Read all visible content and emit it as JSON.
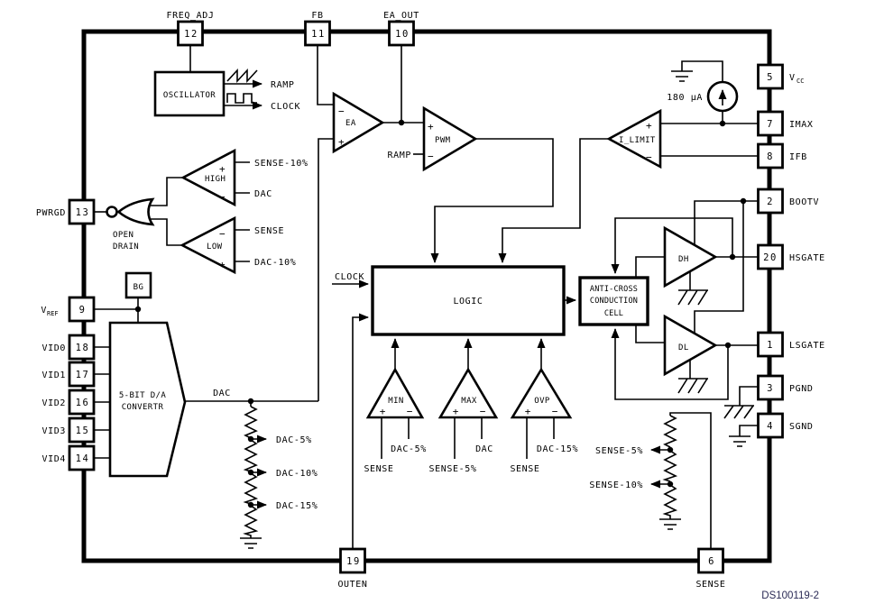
{
  "doc_ref": "DS100119-2",
  "colors": {
    "ink": "#000000",
    "doc_ref_ink": "#2a2a55"
  },
  "sym": {
    "plus": "+",
    "minus": "−"
  },
  "pins": {
    "top": [
      {
        "num": "12",
        "label": "FREQ_ADJ"
      },
      {
        "num": "11",
        "label": "FB"
      },
      {
        "num": "10",
        "label": "EA_OUT"
      }
    ],
    "left": [
      {
        "num": "13",
        "label": "PWRGD"
      },
      {
        "num": "9",
        "label": "V",
        "sub": "REF"
      },
      {
        "num": "18",
        "label": "VID0"
      },
      {
        "num": "17",
        "label": "VID1"
      },
      {
        "num": "16",
        "label": "VID2"
      },
      {
        "num": "15",
        "label": "VID3"
      },
      {
        "num": "14",
        "label": "VID4"
      }
    ],
    "right": [
      {
        "num": "5",
        "label": "V",
        "sub": "CC"
      },
      {
        "num": "7",
        "label": "IMAX"
      },
      {
        "num": "8",
        "label": "IFB"
      },
      {
        "num": "2",
        "label": "BOOTV"
      },
      {
        "num": "20",
        "label": "HSGATE"
      },
      {
        "num": "1",
        "label": "LSGATE"
      },
      {
        "num": "3",
        "label": "PGND"
      },
      {
        "num": "4",
        "label": "SGND"
      }
    ],
    "bottom": [
      {
        "num": "19",
        "label": "OUTEN"
      },
      {
        "num": "6",
        "label": "SENSE"
      }
    ]
  },
  "blocks": {
    "oscillator": "OSCILLATOR",
    "logic": "LOGIC",
    "bg": "BG",
    "dac": {
      "line1": "5-BIT D/A",
      "line2": "CONVERTR"
    },
    "cell": {
      "line1": "ANTI-CROSS",
      "line2": "CONDUCTION",
      "line3": "CELL"
    }
  },
  "amps": {
    "ea": "EA",
    "pwm": "PWM",
    "ilimit": "I_LIMIT",
    "high": "HIGH",
    "low": "LOW",
    "min": "MIN",
    "max": "MAX",
    "ovp": "OVP",
    "dh": "DH",
    "dl": "DL"
  },
  "sig": {
    "ramp_out": "RAMP",
    "clock_out": "CLOCK",
    "ramp_in": "RAMP",
    "clock_in": "CLOCK",
    "open_drain_1": "OPEN",
    "open_drain_2": "DRAIN",
    "high_plus": "SENSE-10%",
    "high_minus": "DAC",
    "low_minus": "SENSE",
    "low_plus": "DAC-10%",
    "dac_out": "DAC",
    "dac_m5": "DAC-5%",
    "dac_m10": "DAC-10%",
    "dac_m15": "DAC-15%",
    "min_plus": "SENSE",
    "min_minus": "DAC-5%",
    "max_plus": "SENSE-5%",
    "max_minus": "DAC",
    "ovp_plus": "SENSE",
    "ovp_minus": "DAC-15%",
    "sense_m5": "SENSE-5%",
    "sense_m10": "SENSE-10%",
    "bias_current": "180 µA"
  }
}
